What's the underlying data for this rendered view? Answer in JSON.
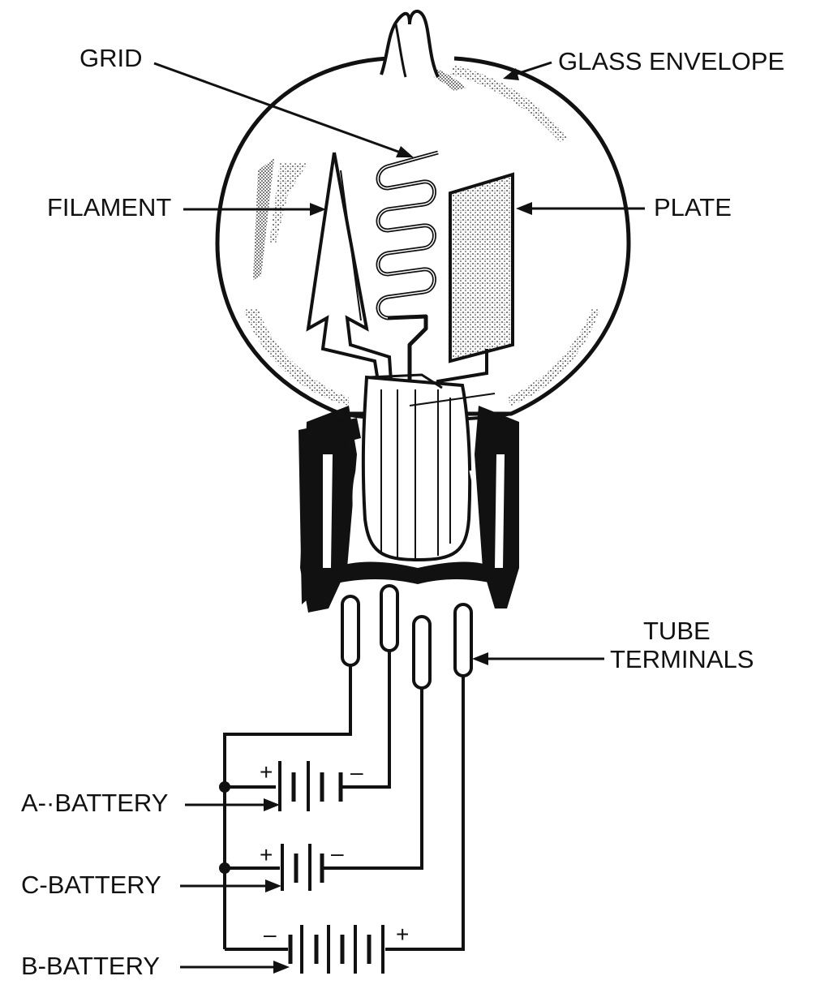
{
  "labels": {
    "grid": "GRID",
    "glass_envelope": "GLASS ENVELOPE",
    "filament": "FILAMENT",
    "plate": "PLATE",
    "tube_terminals_line1": "TUBE",
    "tube_terminals_line2": "TERMINALS",
    "a_battery": "A-·BATTERY",
    "c_battery": "C-BATTERY",
    "b_battery": "B-BATTERY"
  },
  "polarity": {
    "a_plus": "+",
    "a_minus": "–",
    "c_plus": "+",
    "c_minus": "–",
    "b_minus": "–",
    "b_plus": "+"
  },
  "colors": {
    "ink": "#111111",
    "paper": "#ffffff"
  }
}
